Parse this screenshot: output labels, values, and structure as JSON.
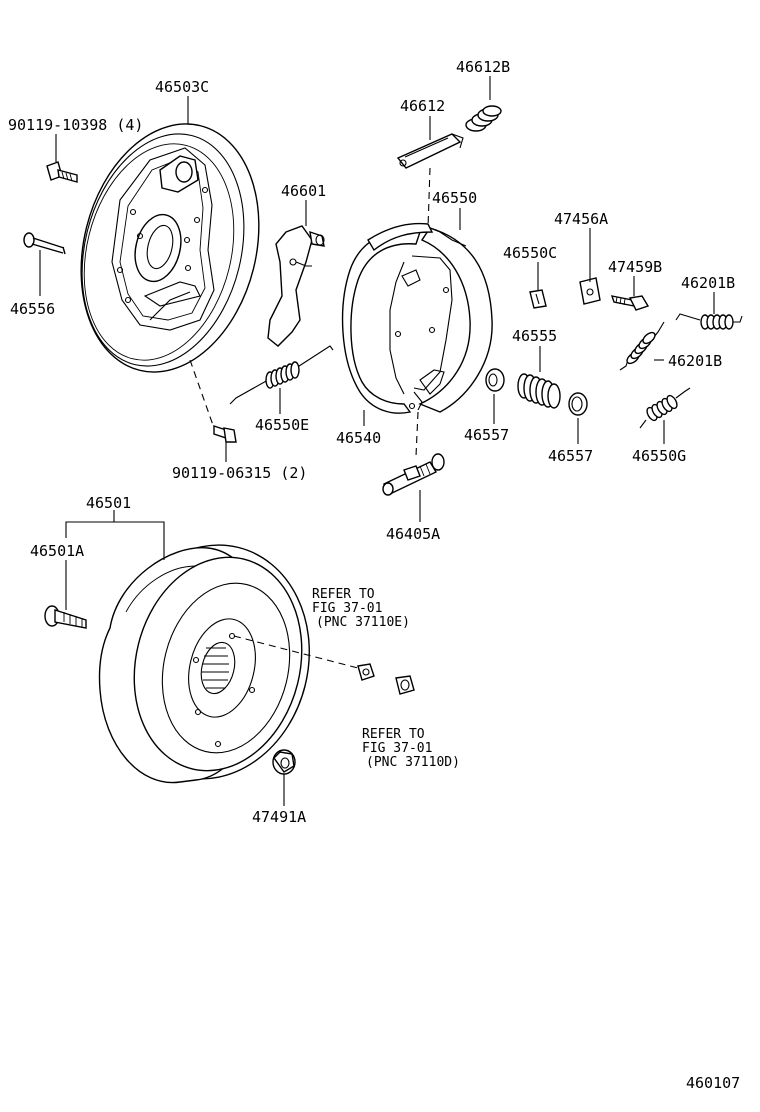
{
  "labels": {
    "p46612B": "46612B",
    "p46503C": "46503C",
    "p46612": "46612",
    "p90119_10398": "90119-10398 (4)",
    "p46601": "46601",
    "p46550": "46550",
    "p47456A": "47456A",
    "p46550C": "46550C",
    "p47459B": "47459B",
    "p46201B_a": "46201B",
    "p46556": "46556",
    "p46555": "46555",
    "p46201B_b": "46201B",
    "p46550E": "46550E",
    "p46540": "46540",
    "p46557_a": "46557",
    "p46557_b": "46557",
    "p46550G": "46550G",
    "p90119_06315": "90119-06315 (2)",
    "p46405A": "46405A",
    "p46501": "46501",
    "p46501A": "46501A",
    "p47491A": "47491A",
    "diagram_id": "460107"
  },
  "references": {
    "ref1": {
      "line1": "REFER TO",
      "line2": "FIG 37-01",
      "line3": "(PNC 37110E)"
    },
    "ref2": {
      "line1": "REFER TO",
      "line2": "FIG 37-01",
      "line3": "(PNC 37110D)"
    }
  }
}
